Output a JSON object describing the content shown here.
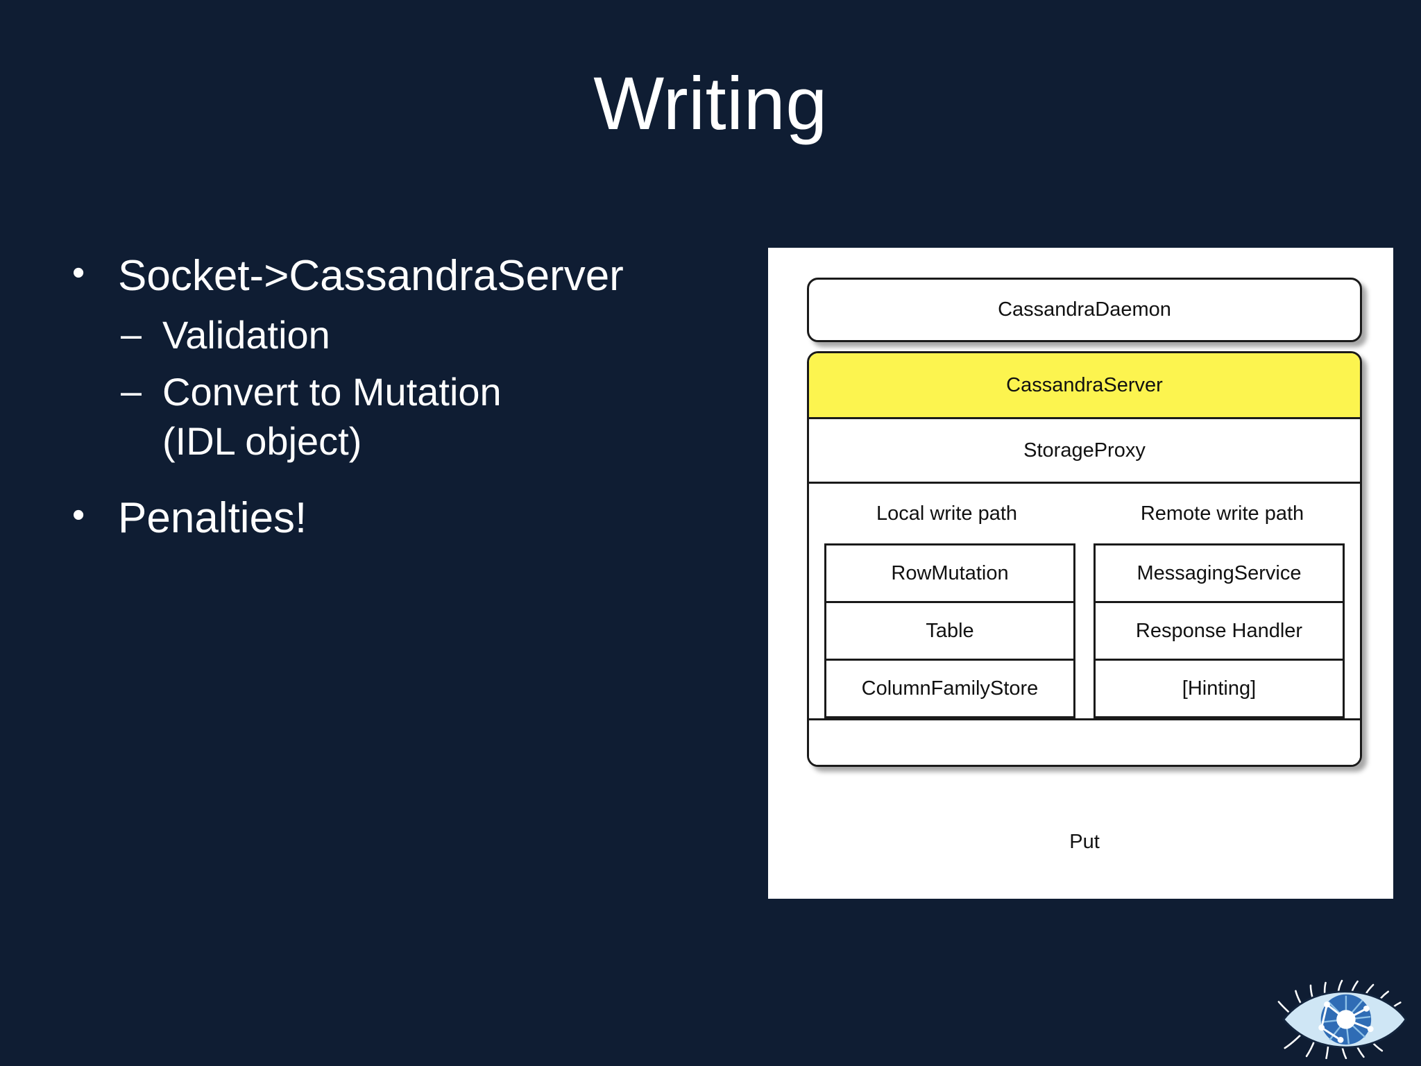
{
  "slide": {
    "title": "Writing",
    "background_color": "#0f1d33",
    "text_color": "#ffffff"
  },
  "bullets": {
    "level1_marker": "•",
    "level2_marker": "–",
    "items": [
      {
        "level": 1,
        "text": "Socket->CassandraServer"
      },
      {
        "level": 2,
        "text": "Validation"
      },
      {
        "level": 2,
        "text": "Convert to Mutation (IDL object)"
      },
      {
        "level": 1,
        "text": "Penalties!"
      }
    ]
  },
  "diagram": {
    "panel_background": "#ffffff",
    "highlight_color": "#fcf44f",
    "border_color": "#1a1a1a",
    "daemon": "CassandraDaemon",
    "server": "CassandraServer",
    "proxy": "StorageProxy",
    "path_headers": {
      "local": "Local write path",
      "remote": "Remote write path"
    },
    "local_path": [
      "RowMutation",
      "Table",
      "ColumnFamilyStore"
    ],
    "remote_path": [
      "MessagingService",
      "Response Handler",
      "[Hinting]"
    ],
    "caption": "Put"
  },
  "logo": {
    "name": "eye-logo",
    "iris_color": "#2f6cb5",
    "sclera_color": "#cfe6f5",
    "pupil_color": "#ffffff"
  }
}
